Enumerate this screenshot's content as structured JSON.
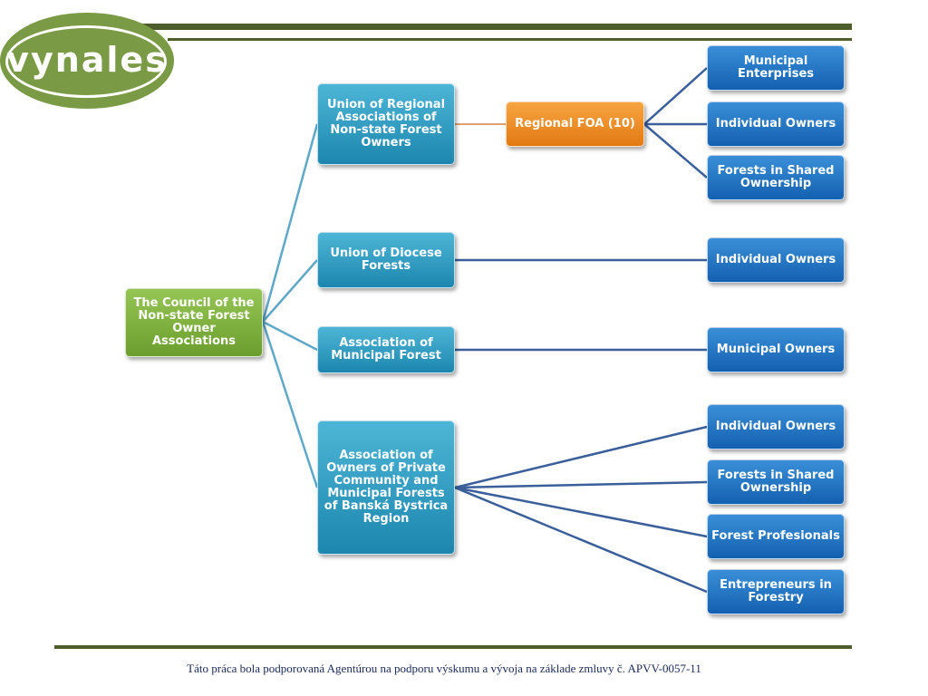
{
  "logo": {
    "text": "vynales"
  },
  "diagram": {
    "root": {
      "label": "The Council of the Non-state Forest Owner Associations"
    },
    "unions": [
      {
        "label": "Union of Regional Associations of Non-state Forest Owners"
      },
      {
        "label": "Union of Diocese Forests"
      },
      {
        "label": "Association of Municipal Forest"
      },
      {
        "label": "Association of Owners of Private Community and Municipal Forests of Banská Bystrica Region"
      }
    ],
    "regional": {
      "label": "Regional FOA (10)"
    },
    "leaves": [
      {
        "label": "Municipal Enterprises"
      },
      {
        "label": "Individual Owners"
      },
      {
        "label": "Forests in Shared Ownership"
      },
      {
        "label": "Individual Owners"
      },
      {
        "label": "Municipal Owners"
      },
      {
        "label": "Individual Owners"
      },
      {
        "label": "Forests in Shared Ownership"
      },
      {
        "label": "Forest Profesionals"
      },
      {
        "label": "Entrepreneurs in Forestry"
      }
    ]
  },
  "colors": {
    "root": "#7ab342",
    "union": "#2a9ec6",
    "regional": "#f08c2a",
    "leaf": "#1f72c4",
    "bar": "#4d5e2c"
  },
  "footer": {
    "text": "Táto práca bola podporovaná Agentúrou na podporu výskumu a vývoja na základe zmluvy  č. APVV-0057-11"
  }
}
